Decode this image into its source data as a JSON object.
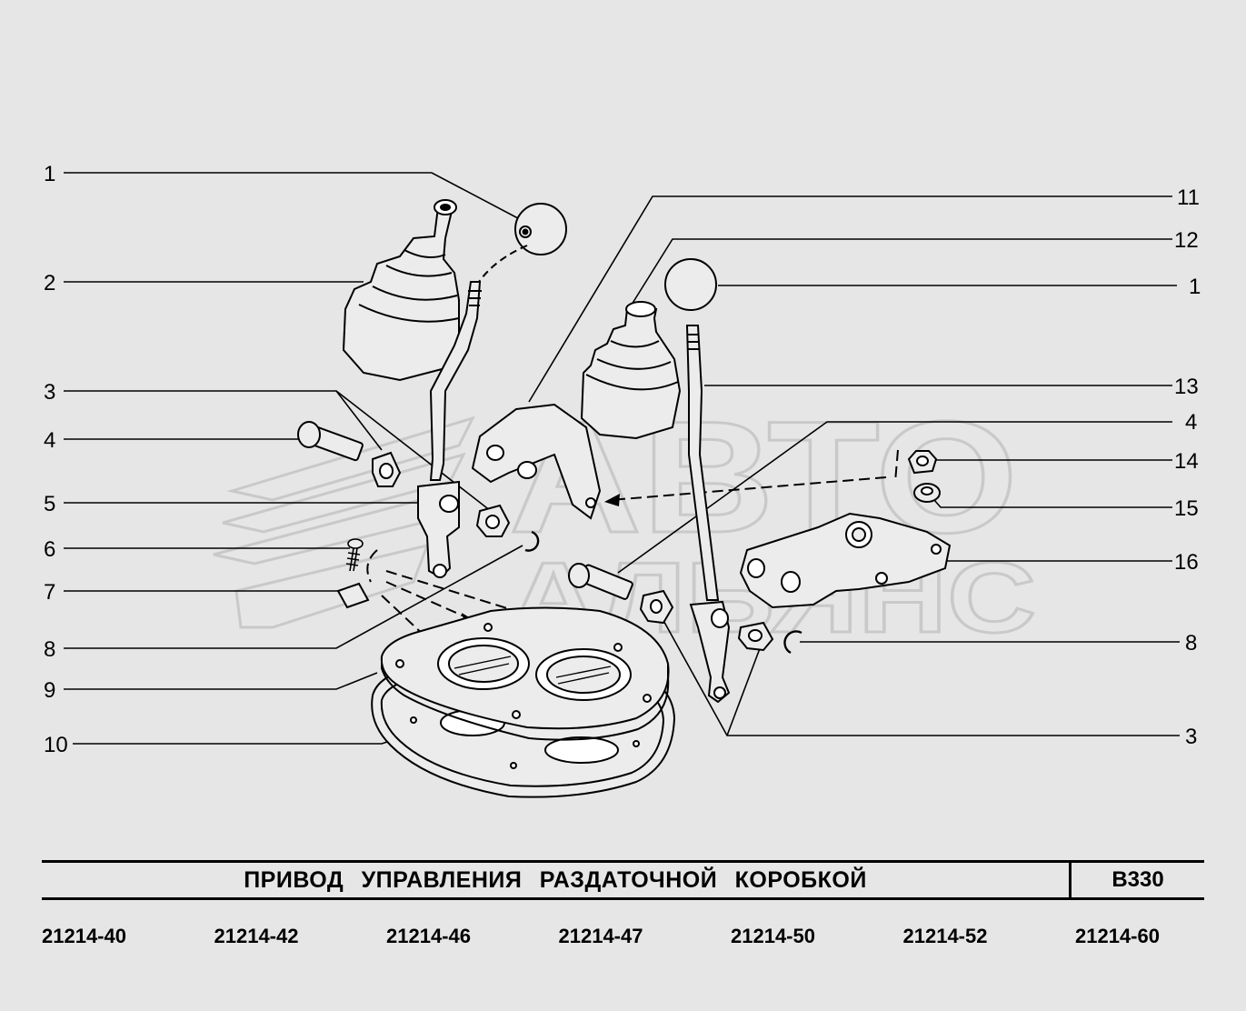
{
  "diagram": {
    "callouts_left": [
      {
        "id": "c-left-1",
        "label": "1"
      },
      {
        "id": "c-left-2",
        "label": "2"
      },
      {
        "id": "c-left-3",
        "label": "3"
      },
      {
        "id": "c-left-4",
        "label": "4"
      },
      {
        "id": "c-left-5",
        "label": "5"
      },
      {
        "id": "c-left-6",
        "label": "6"
      },
      {
        "id": "c-left-7",
        "label": "7"
      },
      {
        "id": "c-left-8",
        "label": "8"
      },
      {
        "id": "c-left-9",
        "label": "9"
      },
      {
        "id": "c-left-10",
        "label": "10"
      }
    ],
    "callouts_right": [
      {
        "id": "c-right-11",
        "label": "11"
      },
      {
        "id": "c-right-12",
        "label": "12"
      },
      {
        "id": "c-right-1",
        "label": "1"
      },
      {
        "id": "c-right-13",
        "label": "13"
      },
      {
        "id": "c-right-4",
        "label": "4"
      },
      {
        "id": "c-right-14",
        "label": "14"
      },
      {
        "id": "c-right-15",
        "label": "15"
      },
      {
        "id": "c-right-16",
        "label": "16"
      },
      {
        "id": "c-right-8",
        "label": "8"
      },
      {
        "id": "c-right-3",
        "label": "3"
      }
    ],
    "watermark": {
      "line1": "АВТО",
      "line2": "АЛЬЯНС"
    }
  },
  "title_block": {
    "title": "ПРИВОД УПРАВЛЕНИЯ РАЗДАТОЧНОЙ КОРОБКОЙ",
    "code": "В330"
  },
  "models": [
    "21214-40",
    "21214-42",
    "21214-46",
    "21214-47",
    "21214-50",
    "21214-52",
    "21214-60"
  ]
}
